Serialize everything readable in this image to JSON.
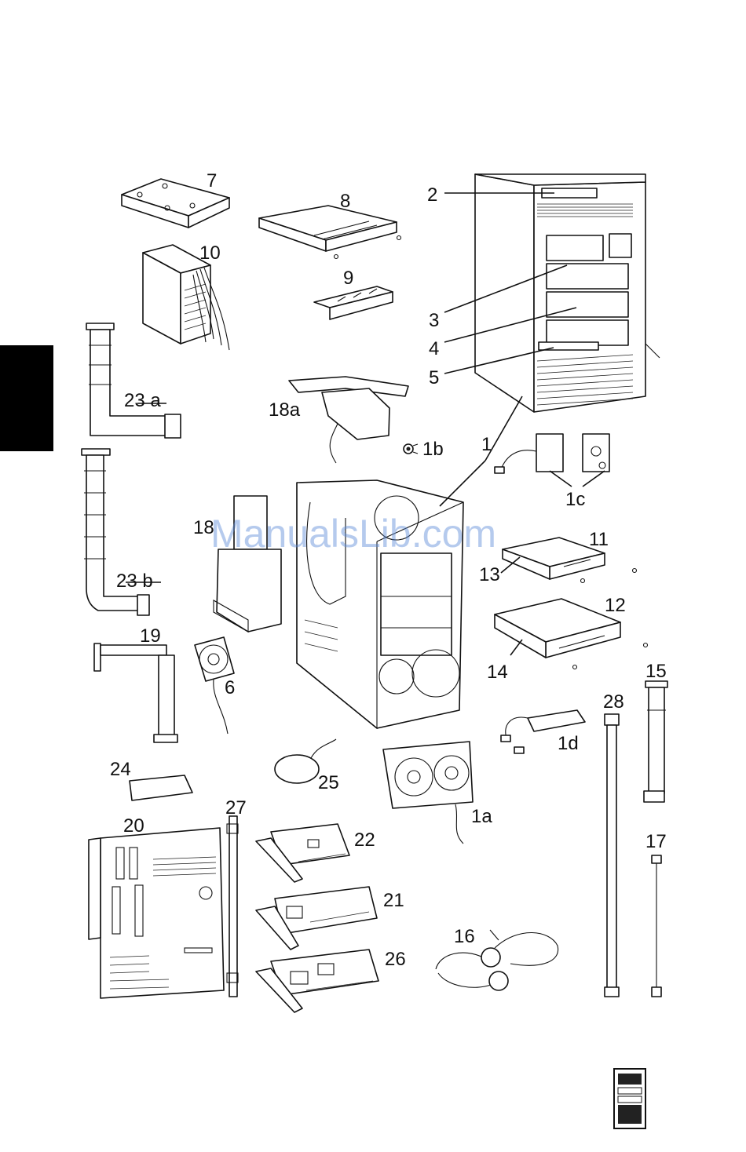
{
  "diagram": {
    "watermark": "ManualsLib.com",
    "callouts": {
      "c1": "1",
      "c1a": "1a",
      "c1b": "1b",
      "c1c": "1c",
      "c1d": "1d",
      "c2": "2",
      "c3": "3",
      "c4": "4",
      "c5": "5",
      "c6": "6",
      "c7": "7",
      "c8": "8",
      "c9": "9",
      "c10": "10",
      "c11": "11",
      "c12": "12",
      "c13": "13",
      "c14": "14",
      "c15": "15",
      "c16": "16",
      "c17": "17",
      "c18": "18",
      "c18a": "18a",
      "c19": "19",
      "c20": "20",
      "c21": "21",
      "c22": "22",
      "c23a": "23 a",
      "c23b": "23 b",
      "c24": "24",
      "c25": "25",
      "c26": "26",
      "c27": "27",
      "c28": "28"
    }
  }
}
